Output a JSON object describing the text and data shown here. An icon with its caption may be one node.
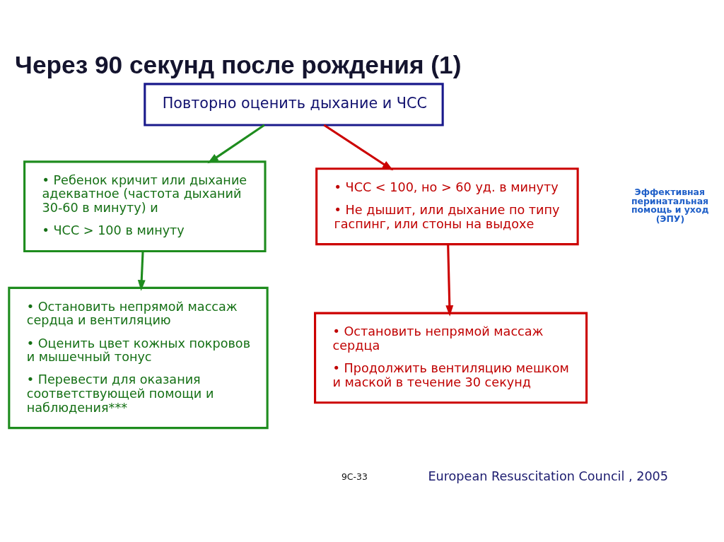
{
  "diagram": {
    "title": "Через 90 секунд после рождения (1)",
    "caption": "European Resuscitation Council , 2005",
    "nodes": [
      {
        "text": [
          "Повторно оценить дыхание и ЧСС"
        ]
      },
      {
        "text": [
          "• Ребенок кричит или дыхание адекватное (частота дыханий 30-60 в минуту) и",
          "• ЧСС > 100 в минуту"
        ]
      },
      {
        "text": [
          "• ЧСС < 100, но > 60 уд. в минуту",
          "• Не дышит, или дыхание по типу гаспинг, или стоны на выдохе"
        ]
      },
      {
        "text": [
          "• Остановить непрямой массаж сердца и вентиляцию",
          "• Оценить цвет кожных покровов и мышечный тонус",
          "• Перевести для оказания соответствующей помощи и наблюдения***"
        ]
      },
      {
        "text": [
          "• Остановить непрямой массаж сердца",
          "• Продолжить вентиляцию мешком и маской в течение 30 секунд"
        ]
      }
    ],
    "edges": [
      {
        "from": 0,
        "to": 1,
        "arrow": "to",
        "color": "#1e8c1e"
      },
      {
        "from": 0,
        "to": 2,
        "arrow": "to",
        "color": "#cc0000"
      },
      {
        "from": 1,
        "to": 3,
        "arrow": "to",
        "color": "#1e8c1e"
      },
      {
        "from": 2,
        "to": 4,
        "arrow": "to",
        "color": "#cc0000"
      }
    ],
    "labels": [
      "Эффективная перинатальная помощь и уход (ЭПУ)",
      "9C-33"
    ]
  }
}
